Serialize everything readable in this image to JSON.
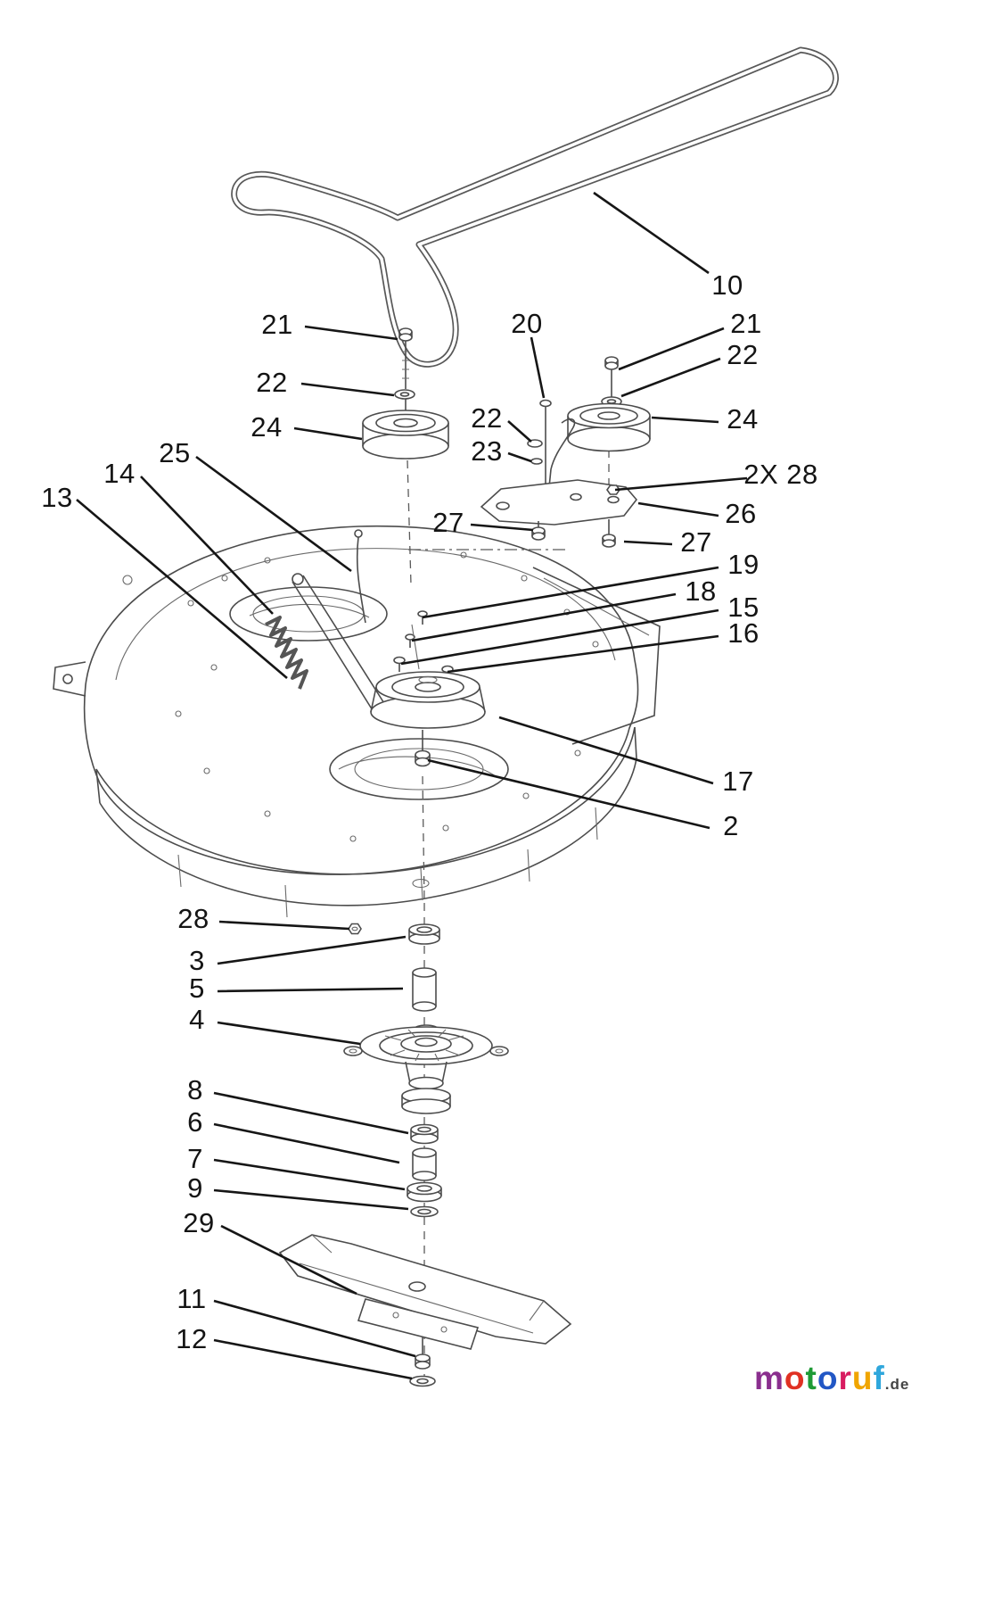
{
  "callouts": [
    {
      "label": "10"
    },
    {
      "label": "21"
    },
    {
      "label": "22"
    },
    {
      "label": "24"
    },
    {
      "label": "20"
    },
    {
      "label": "21"
    },
    {
      "label": "22"
    },
    {
      "label": "22"
    },
    {
      "label": "23"
    },
    {
      "label": "24"
    },
    {
      "label": "2X 28"
    },
    {
      "label": "26"
    },
    {
      "label": "27"
    },
    {
      "label": "27"
    },
    {
      "label": "19"
    },
    {
      "label": "18"
    },
    {
      "label": "15"
    },
    {
      "label": "16"
    },
    {
      "label": "25"
    },
    {
      "label": "14"
    },
    {
      "label": "13"
    },
    {
      "label": "17"
    },
    {
      "label": "2"
    },
    {
      "label": "28"
    },
    {
      "label": "3"
    },
    {
      "label": "5"
    },
    {
      "label": "4"
    },
    {
      "label": "8"
    },
    {
      "label": "6"
    },
    {
      "label": "7"
    },
    {
      "label": "9"
    },
    {
      "label": "29"
    },
    {
      "label": "11"
    },
    {
      "label": "12"
    }
  ],
  "logo": {
    "letters": [
      {
        "ch": "m",
        "color": "#8A2E8E"
      },
      {
        "ch": "o",
        "color": "#E03123"
      },
      {
        "ch": "t",
        "color": "#1E9A35"
      },
      {
        "ch": "o",
        "color": "#2257C5"
      },
      {
        "ch": "r",
        "color": "#D81B60"
      },
      {
        "ch": "u",
        "color": "#F0A500"
      },
      {
        "ch": "f",
        "color": "#2FA7DC"
      }
    ],
    "suffix": ".de",
    "suffix_color": "#444444"
  }
}
